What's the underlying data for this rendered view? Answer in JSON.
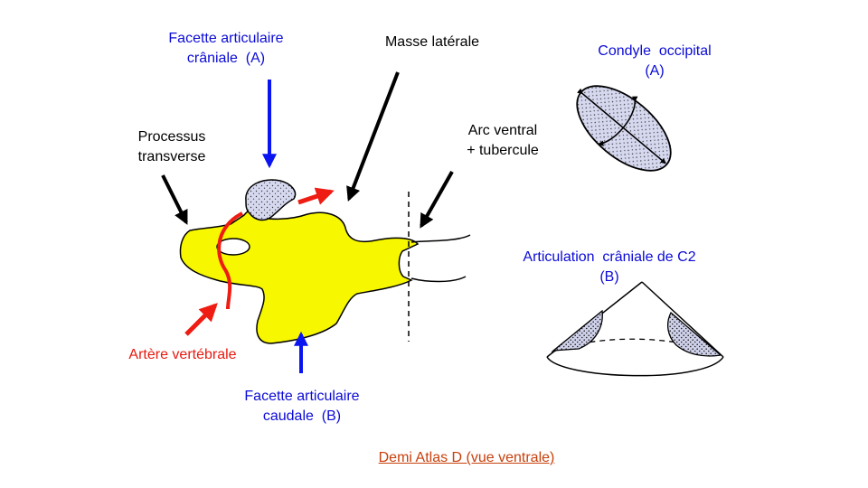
{
  "labels": {
    "facette_craniale": "Facette articulaire\ncrâniale  (A)",
    "masse_laterale": "Masse latérale",
    "condyle_occipital": "Condyle  occipital\n(A)",
    "processus_transverse": "Processus\ntransverse",
    "arc_ventral": "Arc ventral\n+ tubercule",
    "articulation_c2": "Articulation  crâniale de C2\n(B)",
    "artere_vertebrale": "Artère vertébrale",
    "facette_caudale": "Facette articulaire\ncaudale  (B)",
    "caption": "Demi Atlas D (vue ventrale)"
  },
  "colors": {
    "bone_fill": "#f7f700",
    "facet_fill": "#d6d8ef",
    "blue_label": "#0b0bd6",
    "red_label": "#e8190f",
    "caption": "#c8400c",
    "blue_arrow": "#0a14f0",
    "red_arrow": "#ee1c12"
  }
}
